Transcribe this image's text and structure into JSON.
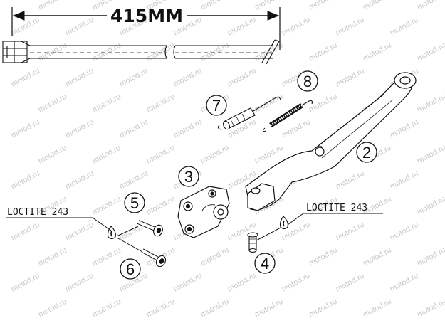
{
  "dimension": {
    "label": "415MM"
  },
  "annotations": {
    "loctite_left": "LOCTITE 243",
    "loctite_right": "LOCTITE 243"
  },
  "callouts": {
    "c2": "2",
    "c3": "3",
    "c4": "4",
    "c5": "5",
    "c6": "6",
    "c7": "7",
    "c8": "8"
  },
  "watermark": {
    "text": "motod.ru"
  }
}
